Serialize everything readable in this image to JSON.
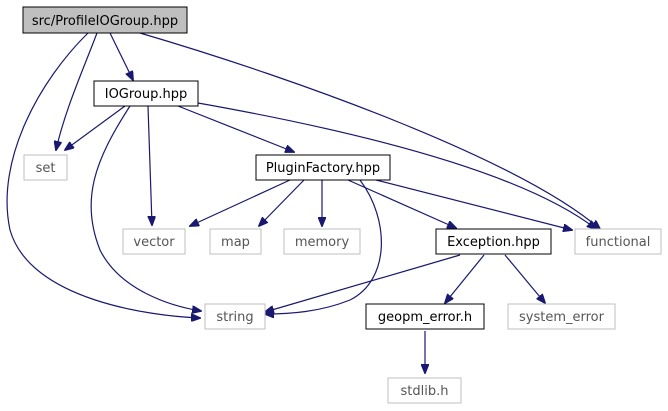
{
  "colors": {
    "edge": "#191970",
    "root_fill": "#bfbfbf",
    "local_border": "#000000",
    "external_border": "#bfbfbf",
    "background": "#ffffff"
  },
  "nodes": {
    "root": {
      "label": "src/ProfileIOGroup.hpp",
      "kind": "root"
    },
    "iogroup": {
      "label": "IOGroup.hpp",
      "kind": "local"
    },
    "set": {
      "label": "set",
      "kind": "external"
    },
    "pluginfactory": {
      "label": "PluginFactory.hpp",
      "kind": "local"
    },
    "functional": {
      "label": "functional",
      "kind": "external"
    },
    "vector": {
      "label": "vector",
      "kind": "external"
    },
    "map": {
      "label": "map",
      "kind": "external"
    },
    "memory": {
      "label": "memory",
      "kind": "external"
    },
    "exception": {
      "label": "Exception.hpp",
      "kind": "local"
    },
    "string": {
      "label": "string",
      "kind": "external"
    },
    "geopm_error": {
      "label": "geopm_error.h",
      "kind": "local"
    },
    "system_error": {
      "label": "system_error",
      "kind": "external"
    },
    "stdlib": {
      "label": "stdlib.h",
      "kind": "external"
    }
  },
  "edges": [
    {
      "from": "root",
      "to": "iogroup"
    },
    {
      "from": "root",
      "to": "set"
    },
    {
      "from": "root",
      "to": "string"
    },
    {
      "from": "root",
      "to": "functional"
    },
    {
      "from": "iogroup",
      "to": "set"
    },
    {
      "from": "iogroup",
      "to": "pluginfactory"
    },
    {
      "from": "iogroup",
      "to": "vector"
    },
    {
      "from": "iogroup",
      "to": "string"
    },
    {
      "from": "iogroup",
      "to": "functional"
    },
    {
      "from": "pluginfactory",
      "to": "vector"
    },
    {
      "from": "pluginfactory",
      "to": "map"
    },
    {
      "from": "pluginfactory",
      "to": "memory"
    },
    {
      "from": "pluginfactory",
      "to": "exception"
    },
    {
      "from": "pluginfactory",
      "to": "functional"
    },
    {
      "from": "pluginfactory",
      "to": "string"
    },
    {
      "from": "exception",
      "to": "string"
    },
    {
      "from": "exception",
      "to": "geopm_error"
    },
    {
      "from": "exception",
      "to": "system_error"
    },
    {
      "from": "geopm_error",
      "to": "stdlib"
    }
  ]
}
